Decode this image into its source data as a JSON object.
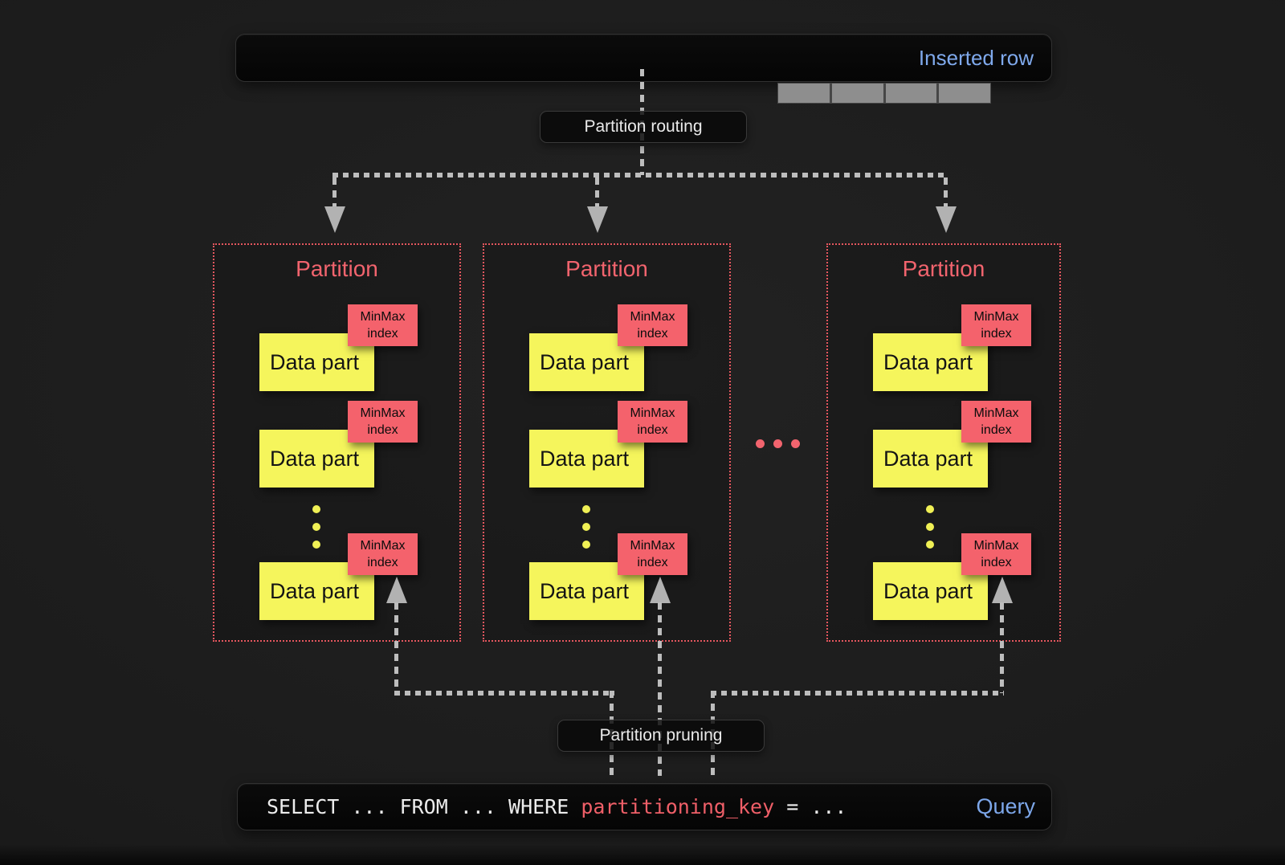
{
  "colors": {
    "background": "#1c1c1c",
    "panel": "#070707",
    "accent_red": "#f2646e",
    "tag_red": "#f4626c",
    "yellow": "#f5f55c",
    "blue": "#7fa9ec",
    "line_gray": "#bdbdbd",
    "text_light": "#ececec"
  },
  "inserted_row": {
    "label": "Inserted row",
    "segment_count": 4
  },
  "routing": {
    "label": "Partition routing"
  },
  "pruning": {
    "label": "Partition pruning"
  },
  "partition": {
    "title": "Partition",
    "data_part_label": "Data part",
    "minmax_line1": "MinMax",
    "minmax_line2": "index"
  },
  "query": {
    "prefix": "SELECT ... FROM ... WHERE ",
    "key": "partitioning_key",
    "suffix": " = ...",
    "label": "Query"
  }
}
